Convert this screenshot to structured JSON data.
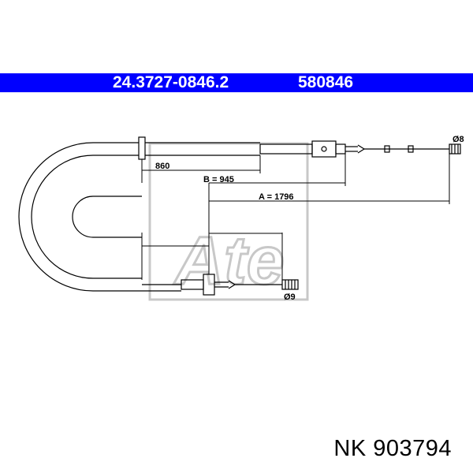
{
  "header": {
    "part_number": "24.3727-0846.2",
    "code": "580846"
  },
  "dimensions": {
    "d860": "860",
    "b": "B = 945",
    "a": "A = 1796",
    "dia_top": "Ø8",
    "dia_bottom": "Ø9"
  },
  "logo": {
    "text": "Ate"
  },
  "footer": {
    "caption": "NK 903794"
  },
  "colors": {
    "banner": "#0000ff",
    "line": "#000000",
    "logo": "#c8c8c8"
  }
}
